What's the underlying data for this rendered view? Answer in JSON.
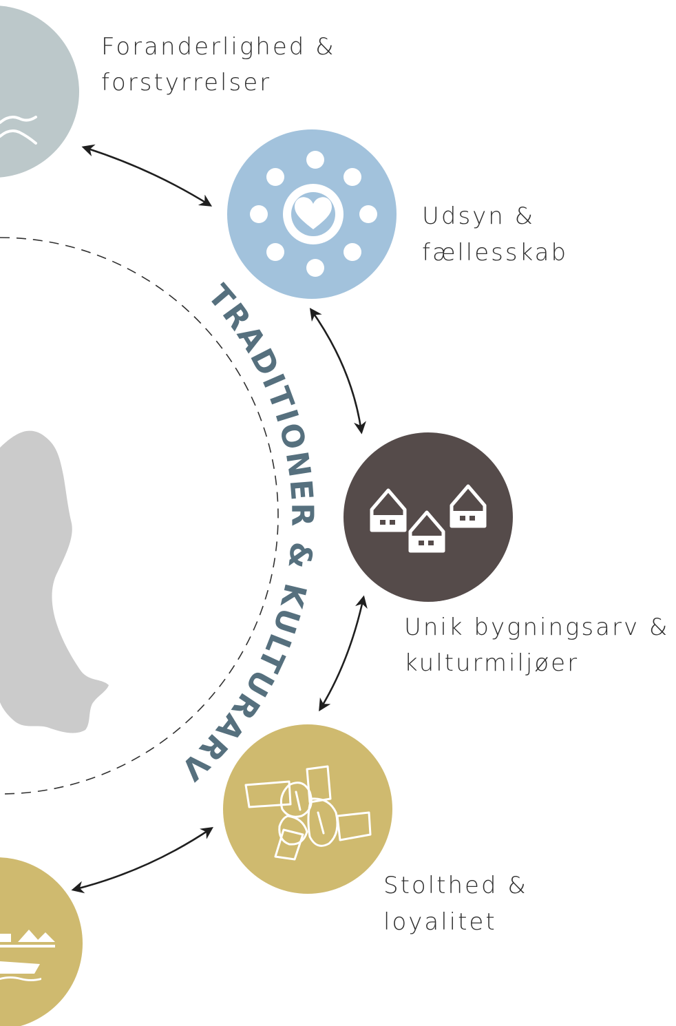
{
  "arc_title": "TRADITIONER & KULTURARV",
  "colors": {
    "arc_title": "#56707e",
    "arrows": "#1f1f1f",
    "dashed_circle": "#2f2f2f",
    "island": "#cbcbcb",
    "node_change": "#bcc8ca",
    "node_community": "#a2c2dc",
    "node_buildings": "#554b4a",
    "node_pride": "#cfba6f",
    "node_harbour": "#cfba6f",
    "label_text": "#2f2f2f"
  },
  "nodes": [
    {
      "id": "change",
      "icon": "waves-icon",
      "label_lines": [
        "Foranderlighed &",
        "forstyrrelser"
      ]
    },
    {
      "id": "community",
      "icon": "people-circle-heart-icon",
      "label_lines": [
        "Udsyn &",
        "fællesskab"
      ]
    },
    {
      "id": "buildings",
      "icon": "houses-icon",
      "label_lines": [
        "Unik bygningsarv &",
        "kulturmiljøer"
      ]
    },
    {
      "id": "pride",
      "icon": "linked-hands-icon",
      "label_lines": [
        "Stolthed &",
        "loyalitet"
      ]
    },
    {
      "id": "harbour",
      "icon": "harbour-boat-icon",
      "label_lines": []
    }
  ]
}
